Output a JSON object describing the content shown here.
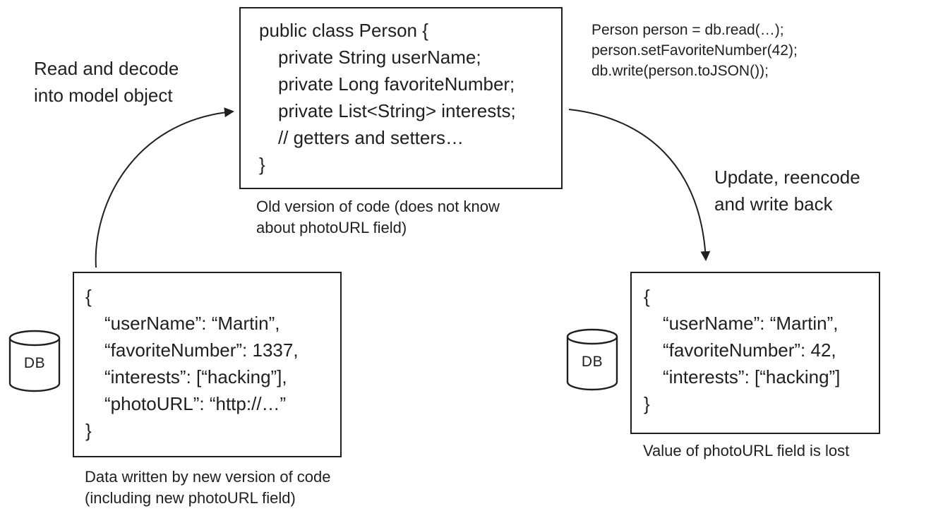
{
  "colors": {
    "ink": "#1f1f1f",
    "background": "#ffffff"
  },
  "labels": {
    "read_decode": "Read and decode\ninto model object",
    "update_reencode": "Update, reencode\nand write back"
  },
  "class_box": {
    "lines": [
      "public class Person {",
      "private String userName;",
      "private Long favoriteNumber;",
      "private List<String> interests;",
      "// getters and setters…",
      "}"
    ],
    "caption": "Old version of code (does not know\nabout photoURL field)"
  },
  "write_code": {
    "lines": [
      "Person person = db.read(…);",
      "person.setFavoriteNumber(42);",
      "db.write(person.toJSON());"
    ]
  },
  "db_left": {
    "label": "DB"
  },
  "db_right": {
    "label": "DB"
  },
  "json_left": {
    "lines": [
      "{",
      "“userName”: “Martin”,",
      "“favoriteNumber”: 1337,",
      "“interests”: [“hacking”],",
      "“photoURL”: “http://…”",
      "}"
    ],
    "caption": "Data written by new version of code\n(including new photoURL field)"
  },
  "json_right": {
    "lines": [
      "{",
      "“userName”: “Martin”,",
      "“favoriteNumber”: 42,",
      "“interests”: [“hacking”]",
      "}"
    ],
    "caption": "Value of photoURL field is lost"
  }
}
